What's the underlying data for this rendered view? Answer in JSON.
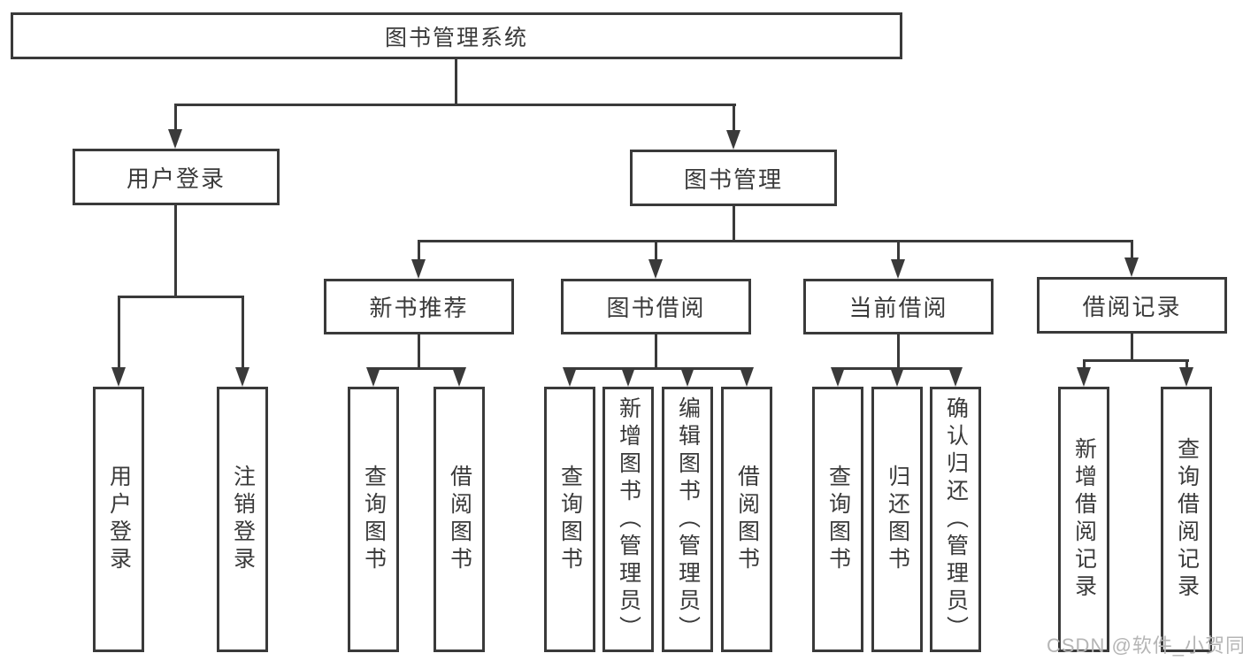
{
  "colors": {
    "line": "#3a3a3a",
    "text": "#3a3a3a",
    "background": "#ffffff",
    "watermark": "#b5b5b5"
  },
  "root": {
    "label": "图书管理系统"
  },
  "level2": {
    "user_login": {
      "label": "用户登录"
    },
    "book_management": {
      "label": "图书管理"
    }
  },
  "level3": {
    "new_book_recommend": {
      "label": "新书推荐"
    },
    "book_borrow": {
      "label": "图书借阅"
    },
    "current_borrow": {
      "label": "当前借阅"
    },
    "borrow_records": {
      "label": "借阅记录"
    }
  },
  "leaves": [
    {
      "label": "用户登录",
      "parent": "用户登录"
    },
    {
      "label": "注销登录",
      "parent": "用户登录"
    },
    {
      "label": "查询图书",
      "parent": "新书推荐"
    },
    {
      "label": "借阅图书",
      "parent": "新书推荐"
    },
    {
      "label": "查询图书",
      "parent": "图书借阅"
    },
    {
      "label": "新增图书（管理员）",
      "parent": "图书借阅"
    },
    {
      "label": "编辑图书（管理员）",
      "parent": "图书借阅"
    },
    {
      "label": "借阅图书",
      "parent": "图书借阅"
    },
    {
      "label": "查询图书",
      "parent": "当前借阅"
    },
    {
      "label": "归还图书",
      "parent": "当前借阅"
    },
    {
      "label": "确认归还（管理员）",
      "parent": "当前借阅"
    },
    {
      "label": "新增借阅记录",
      "parent": "借阅记录"
    },
    {
      "label": "查询借阅记录",
      "parent": "借阅记录"
    }
  ],
  "watermark": {
    "text": "CSDN @软件_小贺同学"
  }
}
